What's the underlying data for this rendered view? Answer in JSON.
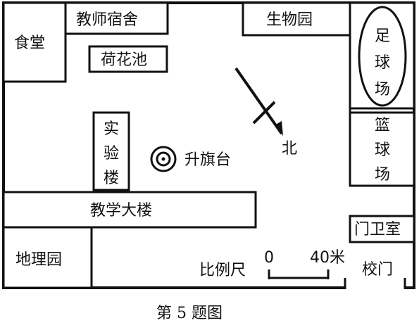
{
  "buildings": {
    "canteen": "食堂",
    "dorm": "教师宿舍",
    "lotus_pond": "荷花池",
    "bio_garden": "生物园",
    "football_field": "足球场",
    "basketball_court": "篮球场",
    "lab_building": "实验楼",
    "flag_platform": "升旗台",
    "teaching_building": "教学大楼",
    "geo_garden": "地理园",
    "guard_room": "门卫室",
    "gate": "校门"
  },
  "compass": {
    "north": "北"
  },
  "scale": {
    "label": "比例尺",
    "zero": "0",
    "distance": "40米"
  },
  "caption": "第 5 题图"
}
